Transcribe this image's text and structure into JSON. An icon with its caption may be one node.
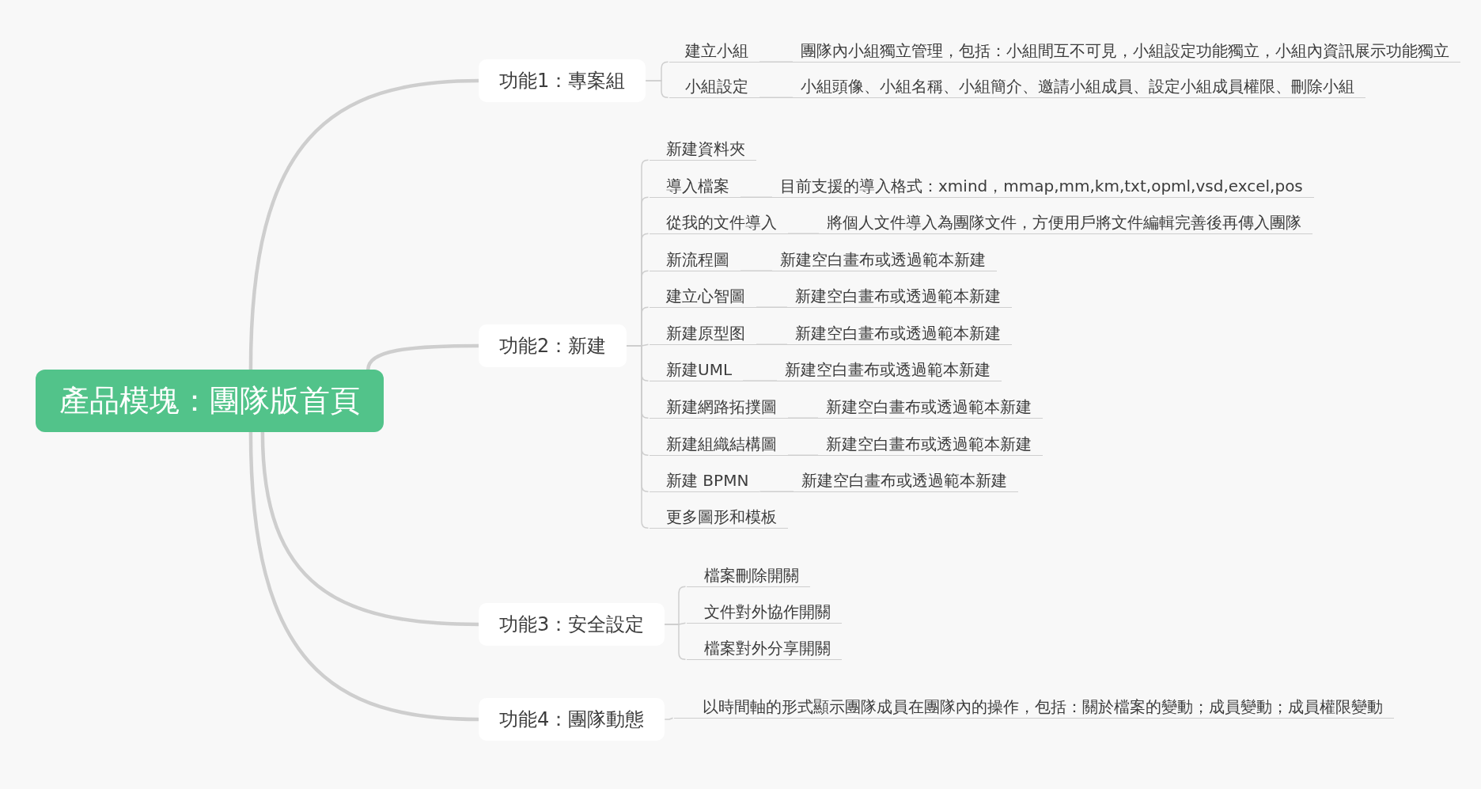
{
  "diagram": {
    "nodes": [
      {
        "text": [
          "產品模塊：團隊版首頁"
        ]
      },
      {
        "text": [
          "功能1：專案組"
        ]
      },
      {
        "text": [
          "建立小組"
        ]
      },
      {
        "text": [
          "團隊內小組獨立管理，包括：小組間互不可見，小組設定功能獨立，小組內資訊展示功能獨立"
        ]
      },
      {
        "text": [
          "小組設定"
        ]
      },
      {
        "text": [
          "小組頭像、小組名稱、小組簡介、邀請小組成員、設定小組成員權限、刪除小組"
        ]
      },
      {
        "text": [
          "功能2：新建"
        ]
      },
      {
        "text": [
          "新建資料夾"
        ]
      },
      {
        "text": [
          "導入檔案"
        ]
      },
      {
        "text": [
          "目前支援的導入格式：xmind，mmap,mm,km,txt,opml,vsd,excel,pos"
        ]
      },
      {
        "text": [
          "從我的文件導入"
        ]
      },
      {
        "text": [
          "將個人文件導入為團隊文件，方便用戶將文件編輯完善後再傳入團隊"
        ]
      },
      {
        "text": [
          "新流程圖"
        ]
      },
      {
        "text": [
          "新建空白畫布或透過範本新建"
        ]
      },
      {
        "text": [
          "建立心智圖"
        ]
      },
      {
        "text": [
          "新建空白畫布或透過範本新建"
        ]
      },
      {
        "text": [
          "新建原型图"
        ]
      },
      {
        "text": [
          "新建空白畫布或透過範本新建"
        ]
      },
      {
        "text": [
          "新建UML"
        ]
      },
      {
        "text": [
          "新建空白畫布或透過範本新建"
        ]
      },
      {
        "text": [
          "新建網路拓撲圖"
        ]
      },
      {
        "text": [
          "新建空白畫布或透過範本新建"
        ]
      },
      {
        "text": [
          "新建組織結構圖"
        ]
      },
      {
        "text": [
          "新建空白畫布或透過範本新建"
        ]
      },
      {
        "text": [
          "新建 BPMN"
        ]
      },
      {
        "text": [
          "新建空白畫布或透過範本新建"
        ]
      },
      {
        "text": [
          "更多圖形和模板"
        ]
      },
      {
        "text": [
          "功能3：安全設定"
        ]
      },
      {
        "text": [
          "檔案刪除開關"
        ]
      },
      {
        "text": [
          "文件對外協作開關"
        ]
      },
      {
        "text": [
          "檔案對外分享開關"
        ]
      },
      {
        "text": [
          "功能4：團隊動態"
        ]
      },
      {
        "text": [
          "以時間軸的形式顯示團隊成員在團隊內的操作，包括：關於檔案的變動；成員變動；成員權限變動"
        ]
      }
    ],
    "edges": [
      {
        "from": 0,
        "to": 1,
        "arrow": "none",
        "style": "thick"
      },
      {
        "from": 1,
        "to": 2,
        "arrow": "none"
      },
      {
        "from": 2,
        "to": 3,
        "arrow": "none"
      },
      {
        "from": 1,
        "to": 4,
        "arrow": "none"
      },
      {
        "from": 4,
        "to": 5,
        "arrow": "none"
      },
      {
        "from": 0,
        "to": 6,
        "arrow": "none",
        "style": "thick"
      },
      {
        "from": 6,
        "to": 7,
        "arrow": "none"
      },
      {
        "from": 6,
        "to": 8,
        "arrow": "none"
      },
      {
        "from": 8,
        "to": 9,
        "arrow": "none"
      },
      {
        "from": 6,
        "to": 10,
        "arrow": "none"
      },
      {
        "from": 10,
        "to": 11,
        "arrow": "none"
      },
      {
        "from": 6,
        "to": 12,
        "arrow": "none"
      },
      {
        "from": 12,
        "to": 13,
        "arrow": "none"
      },
      {
        "from": 6,
        "to": 14,
        "arrow": "none"
      },
      {
        "from": 14,
        "to": 15,
        "arrow": "none"
      },
      {
        "from": 6,
        "to": 16,
        "arrow": "none"
      },
      {
        "from": 16,
        "to": 17,
        "arrow": "none"
      },
      {
        "from": 6,
        "to": 18,
        "arrow": "none"
      },
      {
        "from": 18,
        "to": 19,
        "arrow": "none"
      },
      {
        "from": 6,
        "to": 20,
        "arrow": "none"
      },
      {
        "from": 20,
        "to": 21,
        "arrow": "none"
      },
      {
        "from": 6,
        "to": 22,
        "arrow": "none"
      },
      {
        "from": 22,
        "to": 23,
        "arrow": "none"
      },
      {
        "from": 6,
        "to": 24,
        "arrow": "none"
      },
      {
        "from": 24,
        "to": 25,
        "arrow": "none"
      },
      {
        "from": 6,
        "to": 26,
        "arrow": "none"
      },
      {
        "from": 0,
        "to": 27,
        "arrow": "none",
        "style": "thick"
      },
      {
        "from": 27,
        "to": 28,
        "arrow": "none"
      },
      {
        "from": 27,
        "to": 29,
        "arrow": "none"
      },
      {
        "from": 27,
        "to": 30,
        "arrow": "none"
      },
      {
        "from": 0,
        "to": 31,
        "arrow": "none",
        "style": "thick"
      },
      {
        "from": 31,
        "to": 32,
        "arrow": "none"
      }
    ]
  }
}
